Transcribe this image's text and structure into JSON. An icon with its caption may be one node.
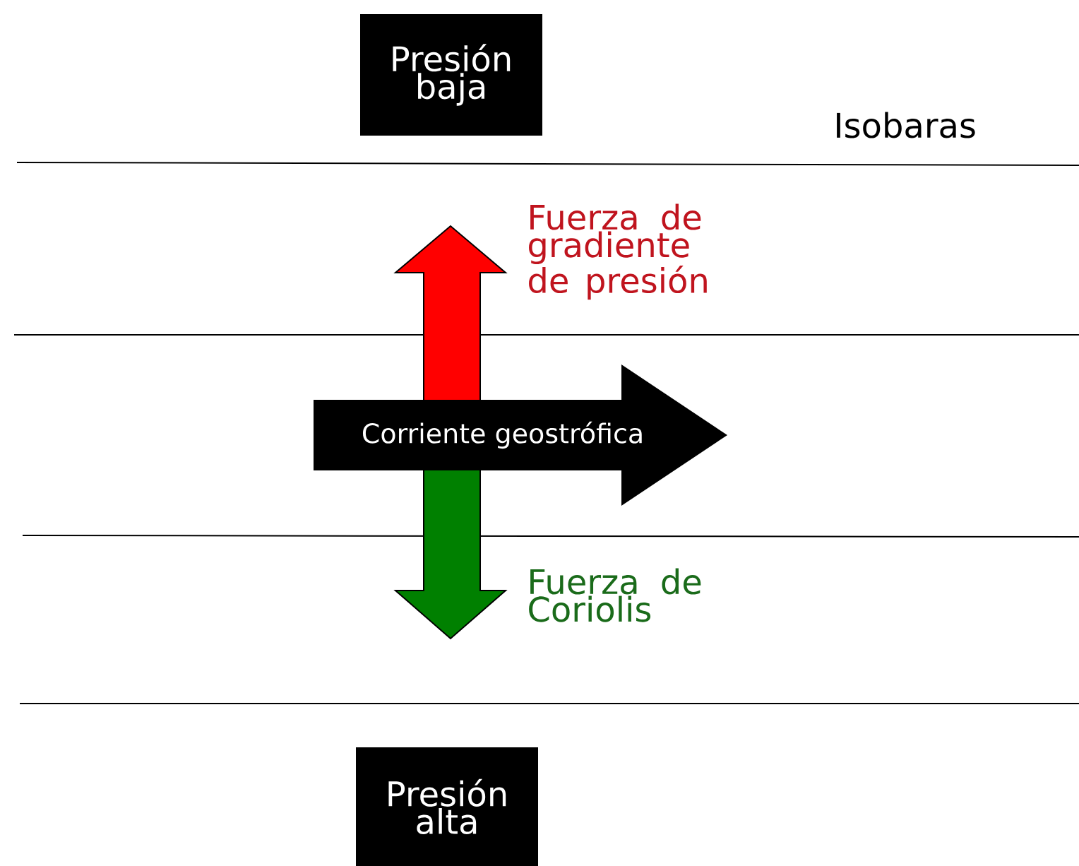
{
  "diagram": {
    "nodes": [
      {
        "text": [
          "Presión baja"
        ]
      },
      {
        "text": [
          "Corriente geostrófica"
        ]
      },
      {
        "text": [
          "Presión alta"
        ]
      }
    ],
    "labels": [
      "Isobaras",
      "Fuerza de gradiente de presión",
      "Fuerza de Coriolis"
    ]
  }
}
